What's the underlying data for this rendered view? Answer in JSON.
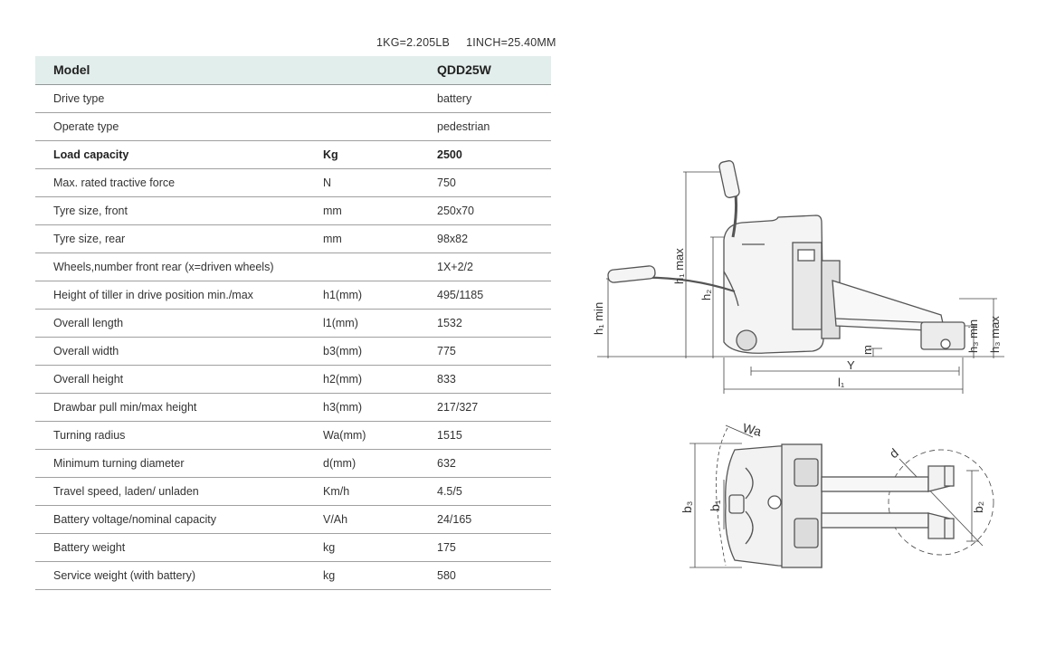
{
  "unit_note": {
    "kg": "1KG=2.205LB",
    "inch": "1INCH=25.40MM"
  },
  "table": {
    "header": {
      "label": "Model",
      "unit": "",
      "value": "QDD25W"
    },
    "rows": [
      {
        "label": "Drive type",
        "unit": "",
        "value": "battery",
        "bold": false
      },
      {
        "label": "Operate type",
        "unit": "",
        "value": "pedestrian",
        "bold": false
      },
      {
        "label": "Load capacity",
        "unit": "Kg",
        "value": "2500",
        "bold": true
      },
      {
        "label": "Max. rated tractive force",
        "unit": "N",
        "value": "750",
        "bold": false
      },
      {
        "label": "Tyre size, front",
        "unit": "mm",
        "value": "250x70",
        "bold": false
      },
      {
        "label": "Tyre size, rear",
        "unit": "mm",
        "value": "98x82",
        "bold": false
      },
      {
        "label": "Wheels,number front rear (x=driven wheels)",
        "unit": "",
        "value": "1X+2/2",
        "bold": false
      },
      {
        "label": "Height of tiller in drive position min./max",
        "unit": "h1(mm)",
        "value": "495/1185",
        "bold": false
      },
      {
        "label": "Overall length",
        "unit": "l1(mm)",
        "value": "1532",
        "bold": false
      },
      {
        "label": "Overall width",
        "unit": "b3(mm)",
        "value": "775",
        "bold": false
      },
      {
        "label": "Overall height",
        "unit": "h2(mm)",
        "value": "833",
        "bold": false
      },
      {
        "label": "Drawbar pull min/max height",
        "unit": "h3(mm)",
        "value": "217/327",
        "bold": false
      },
      {
        "label": "Turning radius",
        "unit": "Wa(mm)",
        "value": "1515",
        "bold": false
      },
      {
        "label": "Minimum turning diameter",
        "unit": "d(mm)",
        "value": "632",
        "bold": false
      },
      {
        "label": "Travel speed, laden/ unladen",
        "unit": "Km/h",
        "value": "4.5/5",
        "bold": false
      },
      {
        "label": "Battery voltage/nominal capacity",
        "unit": "V/Ah",
        "value": "24/165",
        "bold": false
      },
      {
        "label": "Battery weight",
        "unit": "kg",
        "value": "175",
        "bold": false
      },
      {
        "label": "Service weight (with battery)",
        "unit": "kg",
        "value": "580",
        "bold": false
      }
    ]
  },
  "side_view_labels": {
    "h1_min": "h₁ min",
    "h1_max": "h₁ max",
    "h2": "h₂",
    "h3_min": "h₃ min",
    "h3_max": "h₃ max",
    "m": "m",
    "y": "Y",
    "l1": "l₁"
  },
  "top_view_labels": {
    "wa": "Wa",
    "d": "d",
    "b1": "b₁",
    "b2": "b₂",
    "b3": "b₃"
  }
}
